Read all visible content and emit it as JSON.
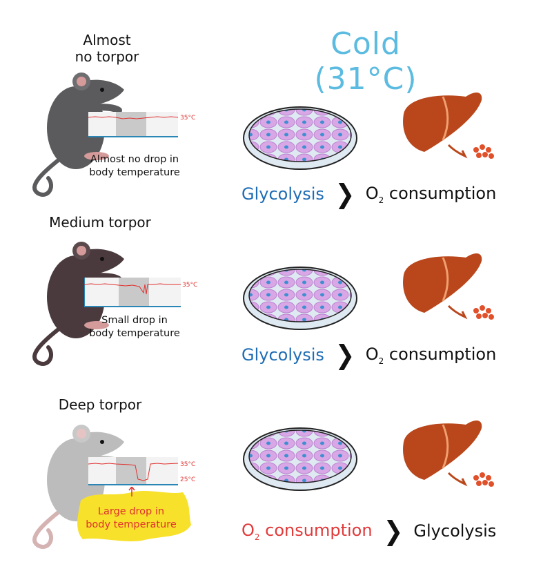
{
  "title": "Cold (31°C)",
  "rows": [
    {
      "state": [
        "Almost",
        "no torpor"
      ],
      "annotation": [
        "Almost no drop in",
        "body temperature"
      ],
      "temps": [
        "35°C"
      ],
      "comparison": {
        "left": "Glycolysis",
        "right_main": "O",
        "right_sub": "2",
        "right_rest": " consumption"
      }
    },
    {
      "state": [
        "Medium torpor"
      ],
      "annotation": [
        "Small drop in",
        "body temperature"
      ],
      "temps": [
        "35°C"
      ],
      "comparison": {
        "left": "Glycolysis",
        "right_main": "O",
        "right_sub": "2",
        "right_rest": " consumption"
      }
    },
    {
      "state": [
        "Deep torpor"
      ],
      "annotation": [
        "Large drop in",
        "body temperature"
      ],
      "temps": [
        "35°C",
        "25°C"
      ],
      "comparison": {
        "left_main": "O",
        "left_sub": "2",
        "left_rest": " consumption",
        "right": "Glycolysis"
      }
    }
  ],
  "colors": {
    "title": "#5bbbe0",
    "glycolysis": "#1f6db5",
    "o2_highlight": "#e13a3a",
    "liver": "#b9471b",
    "mouse_row1": "#5b5a5c",
    "mouse_row2": "#4a3a3d",
    "mouse_row3": "#bdbcbc",
    "burst": "#f7e12a"
  },
  "icons": [
    "mouse-icon",
    "petri-dish-icon",
    "liver-icon",
    "arrow-icon",
    "cells-icon",
    "greater-than-icon"
  ]
}
